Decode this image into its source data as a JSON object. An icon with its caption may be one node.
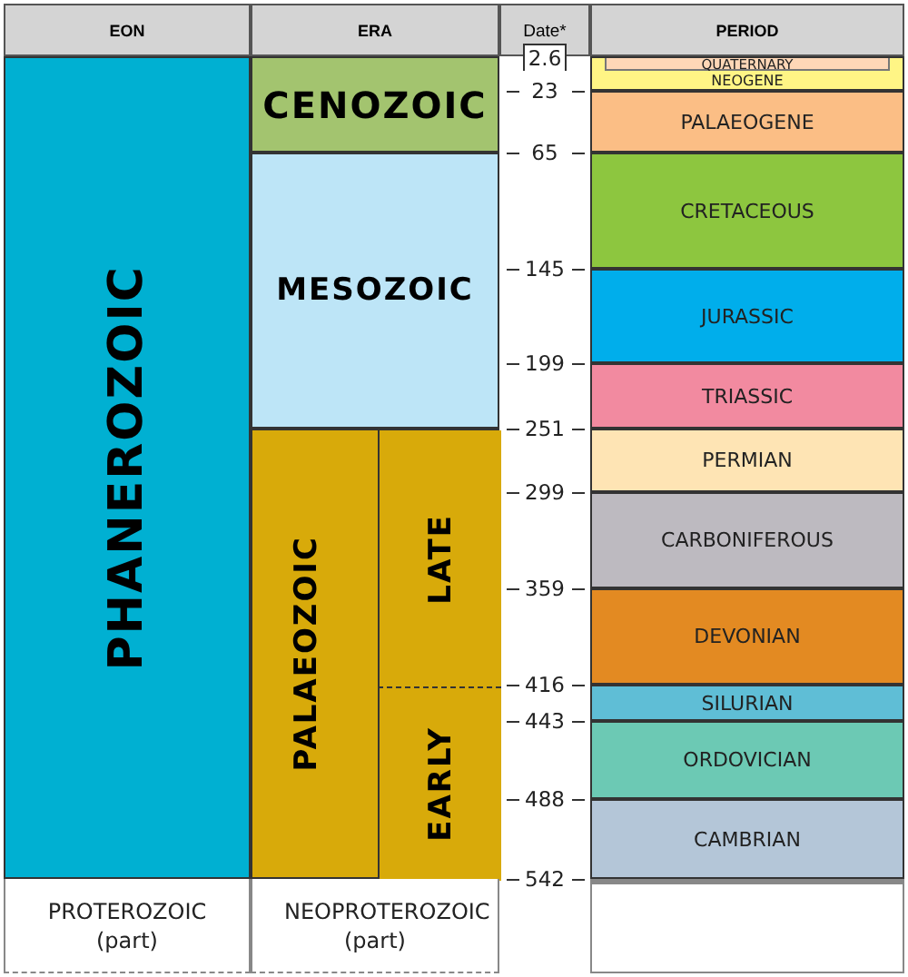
{
  "diagram": {
    "nodes": [
      {
        "text": [
          "PHANEROZOIC"
        ]
      },
      {
        "text": [
          "CENOZOIC"
        ]
      },
      {
        "text": [
          "MESOZOIC"
        ]
      },
      {
        "text": [
          "PALAEOZOIC"
        ]
      },
      {
        "text": [
          "LATE"
        ],
        "in": 3
      },
      {
        "text": [
          "EARLY"
        ],
        "in": 3
      },
      {
        "text": [
          "NEOGENE"
        ]
      },
      {
        "text": [
          "QUATERNARY"
        ],
        "in": 6
      },
      {
        "text": [
          "PALAEOGENE"
        ]
      },
      {
        "text": [
          "CRETACEOUS"
        ]
      },
      {
        "text": [
          "JURASSIC"
        ]
      },
      {
        "text": [
          "TRIASSIC"
        ]
      },
      {
        "text": [
          "PERMIAN"
        ]
      },
      {
        "text": [
          "CARBONIFEROUS"
        ]
      },
      {
        "text": [
          "DEVONIAN"
        ]
      },
      {
        "text": [
          "SILURIAN"
        ]
      },
      {
        "text": [
          "ORDOVICIAN"
        ]
      },
      {
        "text": [
          "CAMBRIAN"
        ]
      },
      {
        "text": [
          "PROTEROZOIC (part)"
        ]
      },
      {
        "text": [
          "NEOPROTEROZOIC (part)"
        ]
      },
      {
        "text": [],
        "shape": "box"
      }
    ],
    "labels": [
      "EON",
      "ERA",
      "Date*",
      "PERIOD",
      "2.6",
      "23",
      "65",
      "145",
      "199",
      "251",
      "299",
      "359",
      "416",
      "443",
      "488",
      "542"
    ]
  }
}
